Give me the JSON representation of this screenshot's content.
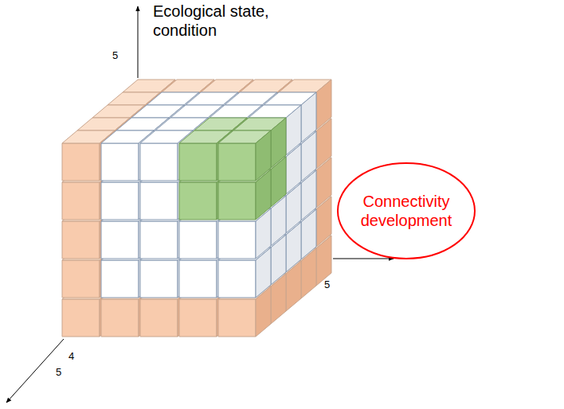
{
  "diagram": {
    "nodes": [
      {
        "text": [
          "Connectivity development"
        ]
      }
    ],
    "labels": [
      "Ecological state, condition",
      "5",
      "5",
      "4",
      "5"
    ]
  }
}
